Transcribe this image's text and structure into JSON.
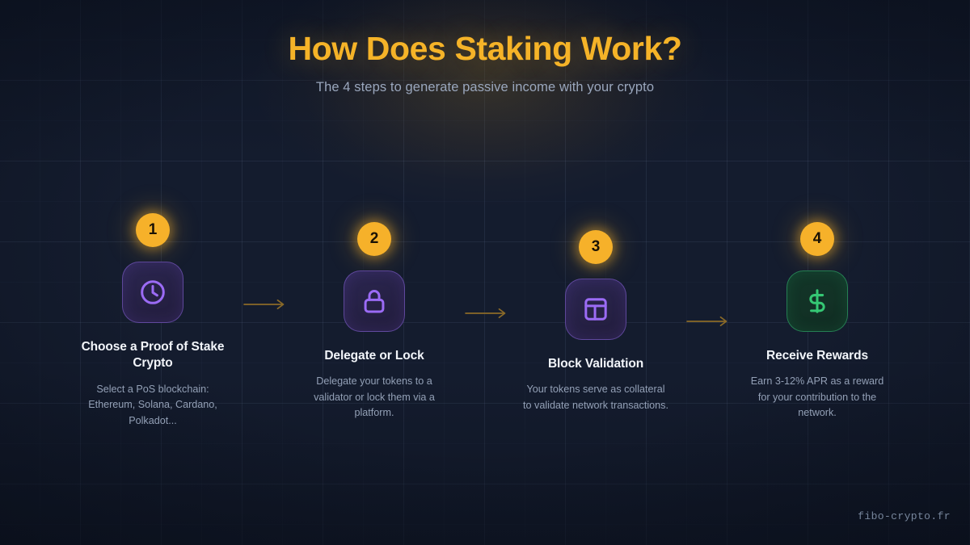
{
  "header": {
    "title": "How Does Staking Work?",
    "subtitle": "The 4 steps to generate passive income with your crypto"
  },
  "steps": [
    {
      "number": "1",
      "icon": "clock-icon",
      "accent": "purple",
      "title": "Choose a Proof of Stake Crypto",
      "description": "Select a PoS blockchain: Ethereum, Solana, Cardano, Polkadot..."
    },
    {
      "number": "2",
      "icon": "lock-icon",
      "accent": "purple",
      "title": "Delegate or Lock",
      "description": "Delegate your tokens to a validator or lock them via a platform."
    },
    {
      "number": "3",
      "icon": "layout-panel-icon",
      "accent": "purple",
      "title": "Block Validation",
      "description": "Your tokens serve as collateral to validate network transactions."
    },
    {
      "number": "4",
      "icon": "dollar-sign-icon",
      "accent": "green",
      "title": "Receive Rewards",
      "description": "Earn 3-12% APR as a reward for your contribution to the network."
    }
  ],
  "connectors": [
    {
      "name": "arrow-step1-step2"
    },
    {
      "name": "arrow-step2-step3"
    },
    {
      "name": "arrow-step3-step4"
    }
  ],
  "footer": {
    "watermark": "fibo-crypto.fr"
  },
  "colors": {
    "background": "#141c2e",
    "accent_amber": "#F5B328",
    "badge": "#F6B12A",
    "icon_purple": "#9b6bf5",
    "icon_green": "#35c874",
    "arrow": "#8a6a28",
    "title_text": "#f2f5fa",
    "body_text": "#93a0b6"
  }
}
